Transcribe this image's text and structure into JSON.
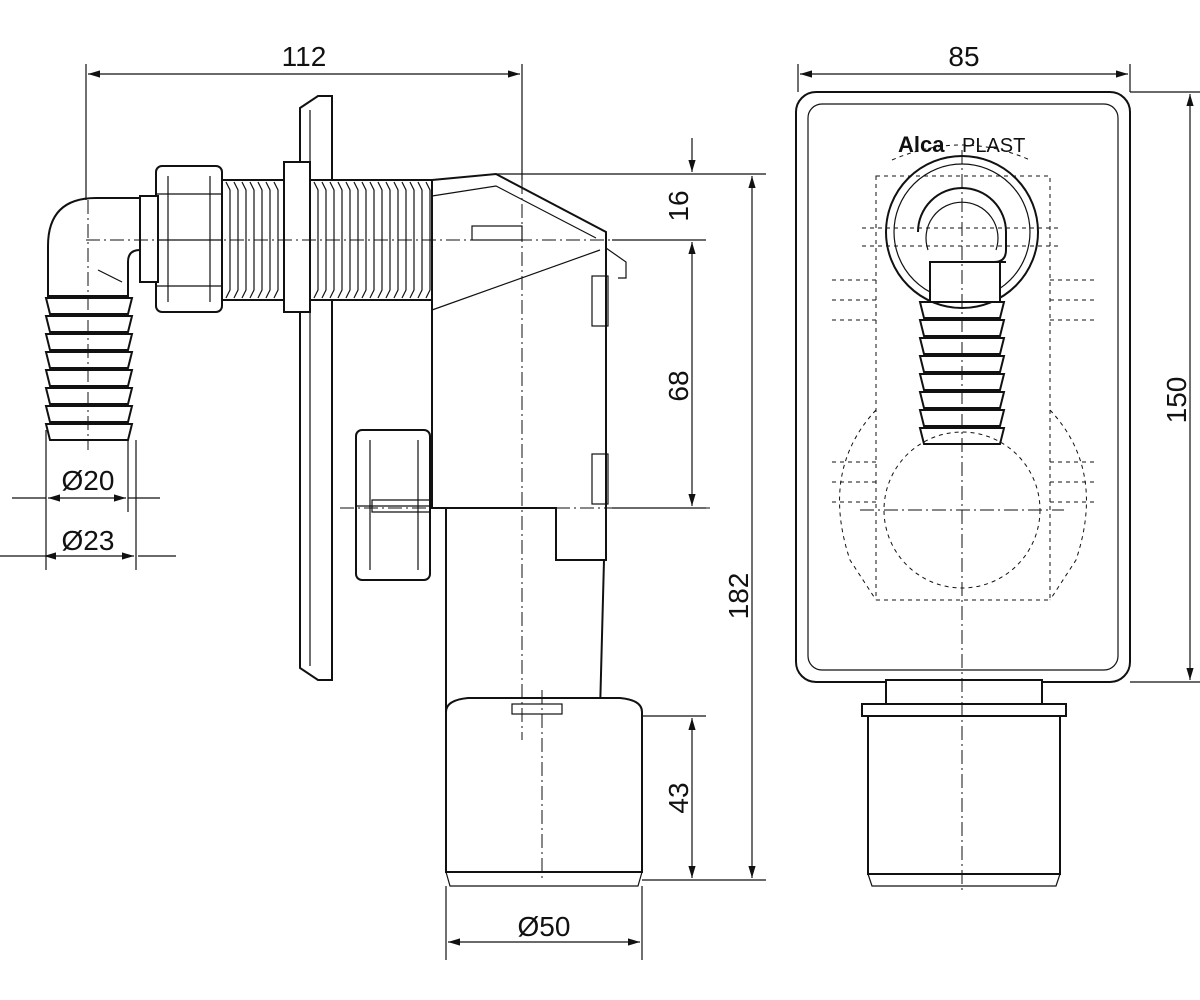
{
  "brand": {
    "name_bold": "Alca",
    "name_light": "PLAST"
  },
  "dimensions": {
    "width_side": "112",
    "width_front": "85",
    "height_top": "16",
    "height_mid": "68",
    "height_total": "182",
    "height_bottom": "43",
    "height_front": "150",
    "hose_inner": "Ø20",
    "hose_outer": "Ø23",
    "outlet": "Ø50"
  },
  "colors": {
    "line": "#111111",
    "background": "#ffffff"
  }
}
